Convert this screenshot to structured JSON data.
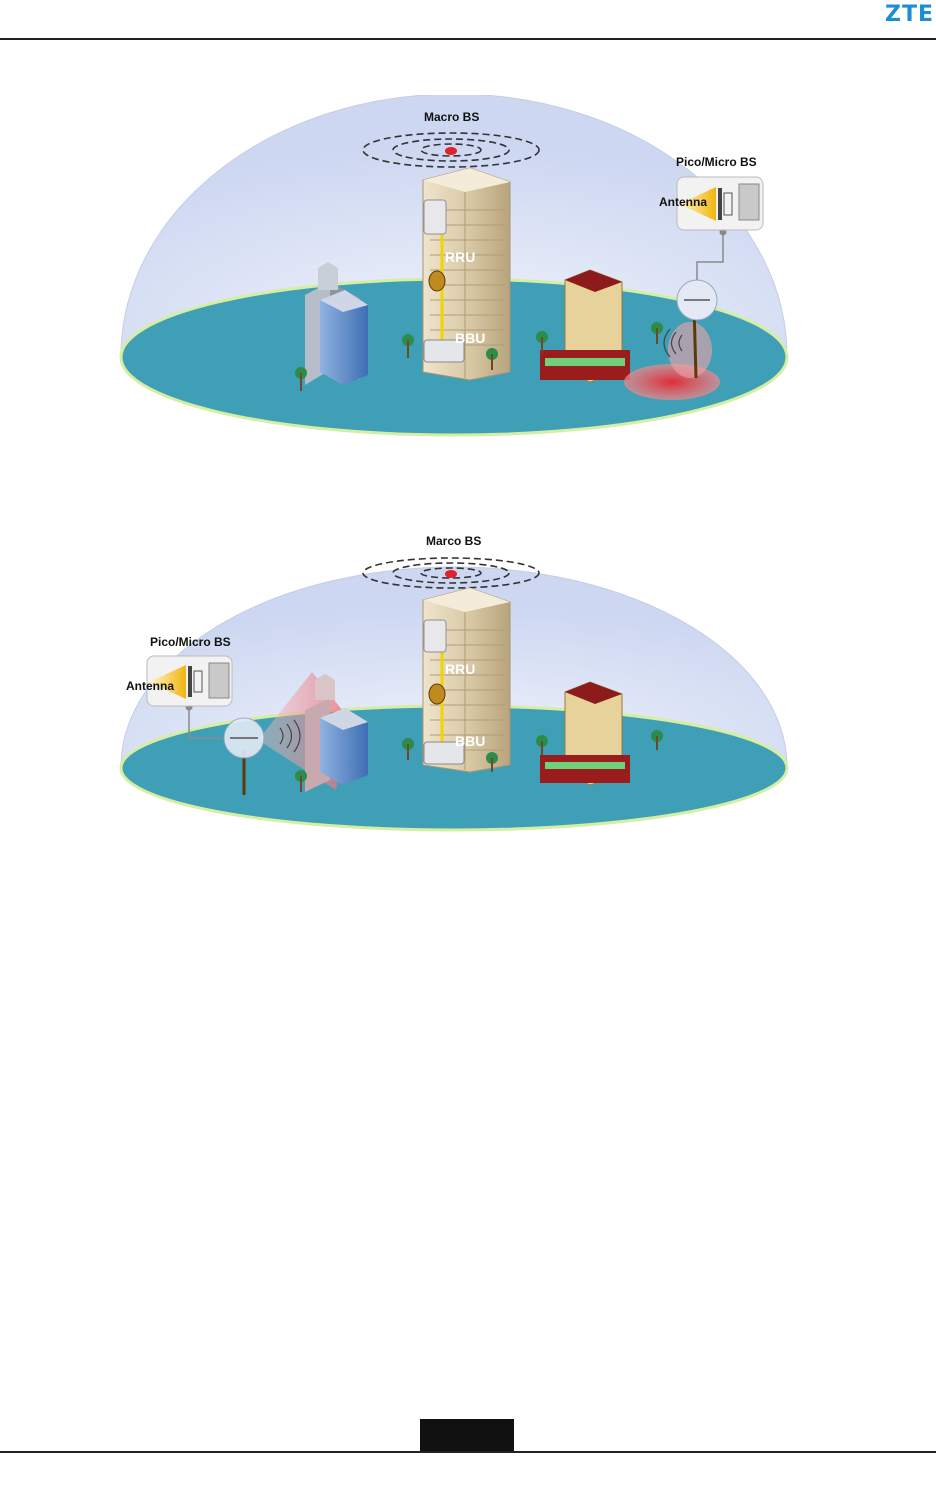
{
  "header": {
    "brand": "ZTE"
  },
  "figures": [
    {
      "macro_label": "Macro BS",
      "pico_label": "Pico/Micro BS",
      "antenna_label": "Antenna",
      "rru_label": "RRU",
      "bbu_label": "BBU"
    },
    {
      "macro_label": "Marco BS",
      "pico_label": "Pico/Micro BS",
      "antenna_label": "Antenna",
      "rru_label": "RRU",
      "bbu_label": "BBU"
    }
  ],
  "colors": {
    "dome": "#d6def4",
    "ground": "#3e9fb6",
    "ground_rim": "#d8f0a8",
    "signal_red": "#e0222a",
    "antenna_yellow": "#f6c21a",
    "brand_blue": "#1a8fd6"
  }
}
